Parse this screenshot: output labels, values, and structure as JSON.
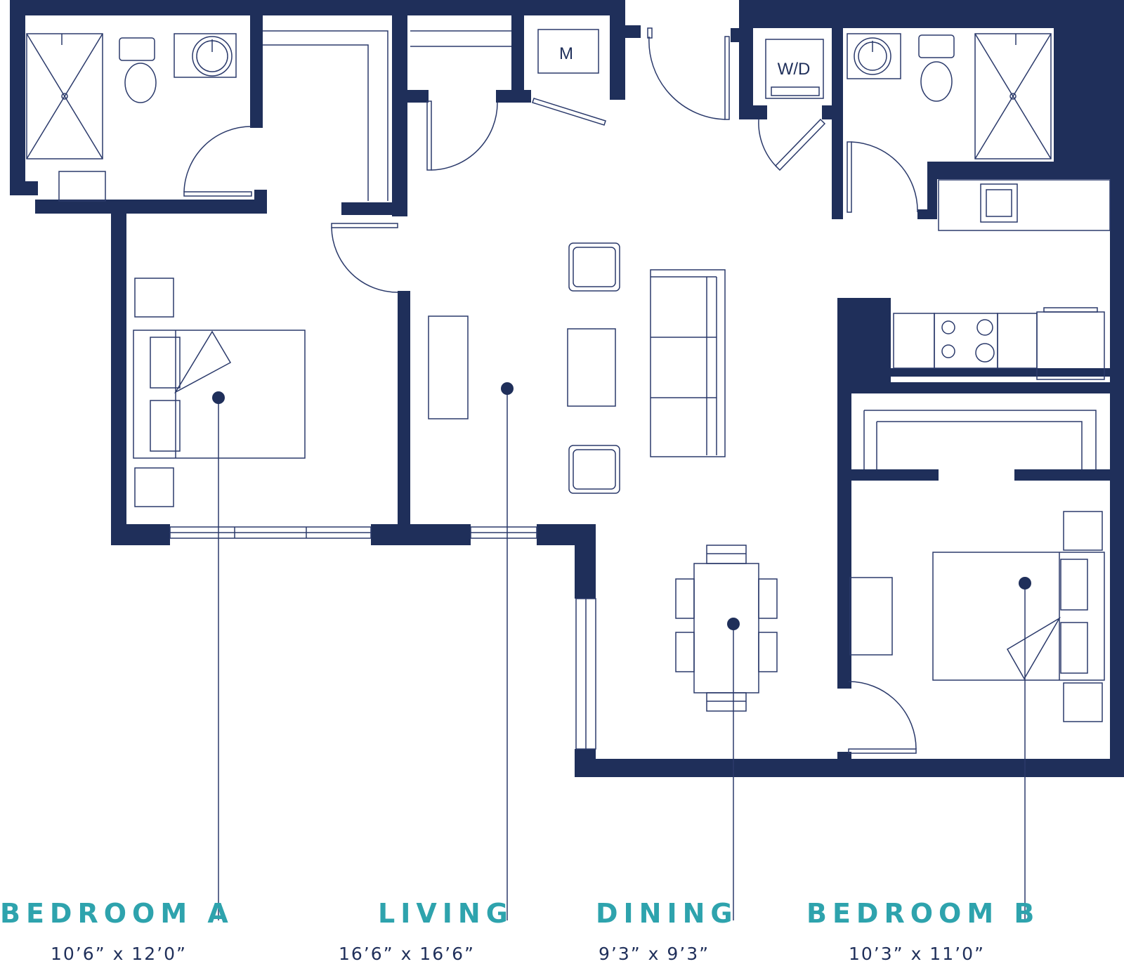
{
  "fixture_labels": {
    "mechanical": "M",
    "washer_dryer": "W/D"
  },
  "rooms": [
    {
      "name": "BEDROOM A",
      "dims": "10’6” x 12’0”"
    },
    {
      "name": "LIVING",
      "dims": "16’6” x 16’6”"
    },
    {
      "name": "DINING",
      "dims": "9’3” x 9’3”"
    },
    {
      "name": "BEDROOM B",
      "dims": "10’3” x 11’0”"
    }
  ],
  "colors": {
    "wall": "#1f2f5a",
    "label_accent": "#2ea3ad",
    "line": "#2b3a6b"
  }
}
